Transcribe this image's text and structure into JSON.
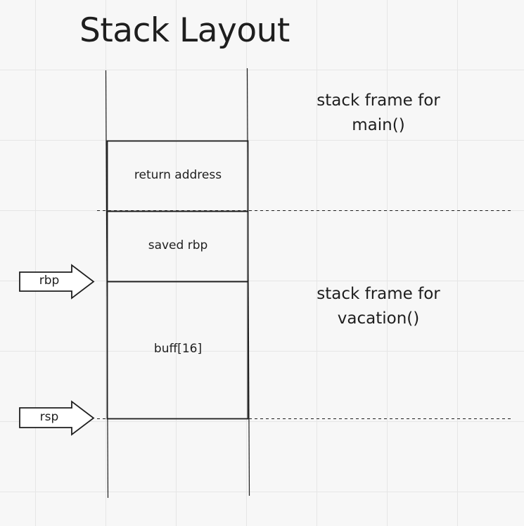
{
  "diagram": {
    "title": "Stack Layout",
    "cells": [
      {
        "label": "return address"
      },
      {
        "label": "saved rbp"
      },
      {
        "label": "buff[16]"
      }
    ],
    "frames": [
      {
        "line1": "stack frame for",
        "line2": "main()"
      },
      {
        "line1": "stack frame for",
        "line2": "vacation()"
      }
    ],
    "pointers": [
      {
        "label": "rbp"
      },
      {
        "label": "rsp"
      }
    ]
  }
}
